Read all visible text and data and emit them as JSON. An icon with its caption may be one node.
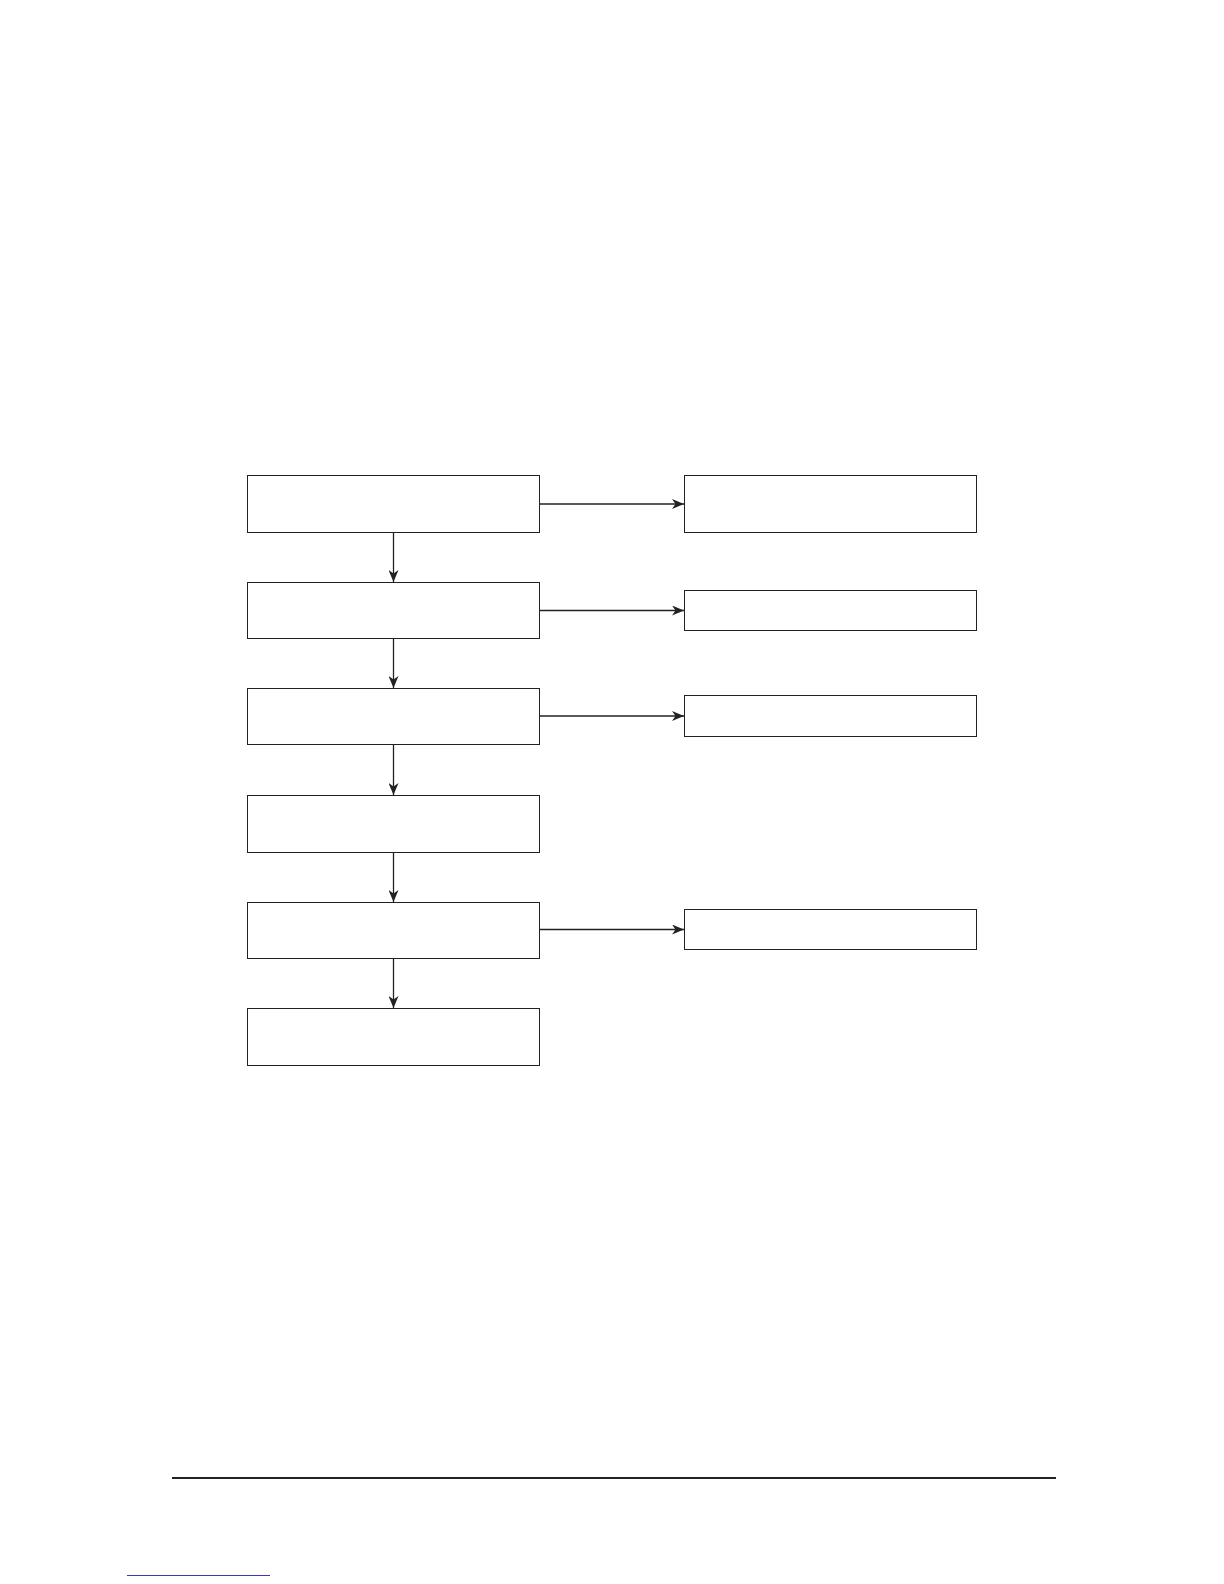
{
  "diagram": {
    "nodes": [
      {
        "text": [],
        "shape": "box"
      },
      {
        "text": [],
        "shape": "box"
      },
      {
        "text": [],
        "shape": "box"
      },
      {
        "text": [],
        "shape": "box"
      },
      {
        "text": [],
        "shape": "box"
      },
      {
        "text": [],
        "shape": "box"
      },
      {
        "text": [],
        "shape": "box"
      },
      {
        "text": [],
        "shape": "box"
      },
      {
        "text": [],
        "shape": "box"
      },
      {
        "text": [],
        "shape": "box"
      }
    ],
    "edges": [
      {
        "from": 0,
        "to": 1,
        "arrow": "to"
      },
      {
        "from": 0,
        "to": 2,
        "arrow": "to"
      },
      {
        "from": 2,
        "to": 3,
        "arrow": "to"
      },
      {
        "from": 2,
        "to": 4,
        "arrow": "to"
      },
      {
        "from": 4,
        "to": 5,
        "arrow": "to"
      },
      {
        "from": 4,
        "to": 6,
        "arrow": "to"
      },
      {
        "from": 6,
        "to": 7,
        "arrow": "to"
      },
      {
        "from": 7,
        "to": 8,
        "arrow": "to"
      },
      {
        "from": 7,
        "to": 9,
        "arrow": "to"
      }
    ]
  }
}
